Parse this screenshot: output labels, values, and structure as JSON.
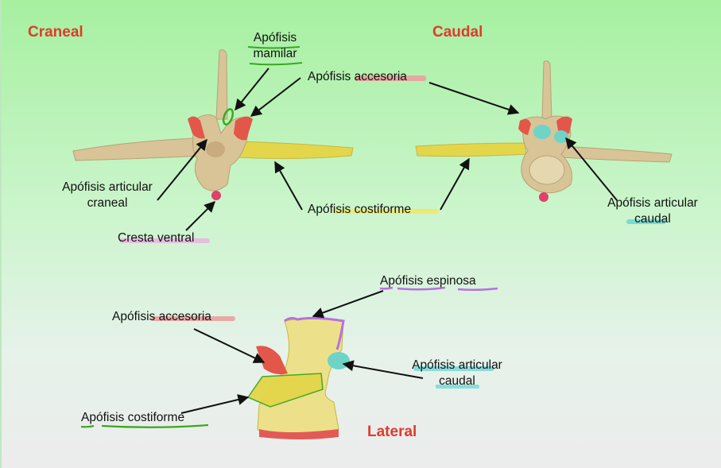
{
  "views": {
    "cranial_title": "Craneal",
    "caudal_title": "Caudal",
    "lateral_title": "Lateral"
  },
  "labels": {
    "apofisis_mamilar_line1": "Apófisis",
    "apofisis_mamilar_line2": "mamilar",
    "apofisis_accesoria_top": "Apófisis accesoria",
    "apofisis_articular_craneal_line1": "Apófisis articular",
    "apofisis_articular_craneal_line2": "craneal",
    "apofisis_costiforme_top": "Apófisis costiforme",
    "cresta_ventral": "Cresta ventral",
    "apofisis_articular_caudal_right_line1": "Apófisis articular",
    "apofisis_articular_caudal_right_line2": "caudal",
    "apofisis_espinosa": "Apófisis espinosa",
    "apofisis_accesoria_lateral": "Apófisis accesoria",
    "apofisis_articular_caudal_lateral_line1": "Apófisis articular",
    "apofisis_articular_caudal_lateral_line2": "caudal",
    "apofisis_costiforme_lateral": "Apófisis costiforme"
  },
  "colors": {
    "title_red": "#e03a2e",
    "bone": "#d8c497",
    "costiform_yellow": "#e3d64a",
    "articular_cranial_red": "#e2574a",
    "articular_caudal_cyan": "#6fd3c8",
    "ventral_crest_pink": "#e0406a",
    "espinosa_purple": "#b770e0",
    "mamilar_green": "#3aa820",
    "accesoria_salmon": "#e9a0a0"
  }
}
